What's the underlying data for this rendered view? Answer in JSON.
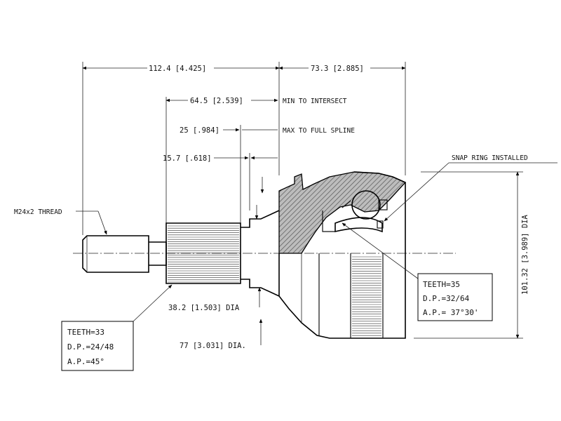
{
  "dimensions": {
    "overall_shaft_length": "112.4 [4.425]",
    "housing_length": "73.3 [2.885]",
    "min_to_intersect_value": "64.5 [2.539]",
    "min_to_intersect_label": "MIN TO INTERSECT",
    "max_to_full_spline_value": "25 [.984]",
    "max_to_full_spline_label": "MAX TO FULL SPLINE",
    "step_length": "15.7 [.618]",
    "thread_label": "M24x2 THREAD",
    "snap_ring_label": "SNAP RING INSTALLED",
    "neck_dia": "38.2 [1.503] DIA",
    "flange_dia": "77 [3.031] DIA.",
    "housing_dia": "101.32 [3.989] DIA"
  },
  "outer_spline_box": {
    "teeth": "TEETH=33",
    "dp": "D.P.=24/48",
    "ap": "A.P.=45°"
  },
  "inner_spline_box": {
    "teeth": "TEETH=35",
    "dp": "D.P.=32/64",
    "ap": "A.P.= 37°30'"
  }
}
